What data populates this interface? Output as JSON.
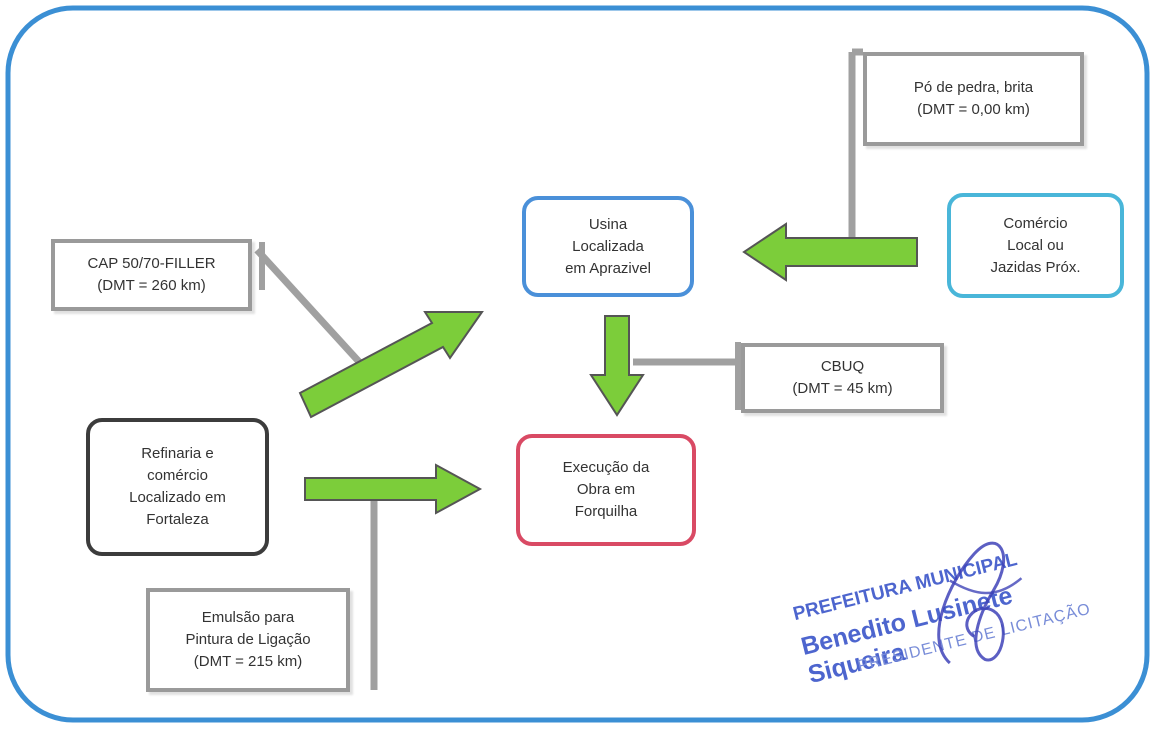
{
  "nodes": {
    "usina": "Usina\nLocalizada\nem Aprazivel",
    "comercio": "Comércio\nLocal ou\nJazidas Próx.",
    "refinaria": "Refinaria e\ncomércio\nLocalizado em\nFortaleza",
    "execucao": "Execução da\nObra em\nForquilha",
    "po_de_pedra": "Pó de pedra, brita\n(DMT = 0,00 km)",
    "cap": "CAP 50/70-FILLER\n(DMT = 260 km)",
    "cbuq": "CBUQ\n(DMT = 45 km)",
    "emulsao": "Emulsão para\nPintura de Ligação\n(DMT = 215 km)"
  },
  "stamp": {
    "line1": "PREFEITURA MUNICIPAL",
    "line2": "Benedito Lusinete Siqueira",
    "line3": "PRESIDENTE DE LICITAÇÃO"
  },
  "colors": {
    "frame": "#3b8fd4",
    "arrow_fill": "#7ccd3a",
    "arrow_outline": "#555555",
    "connector": "#a0a0a0",
    "usina_border": "#4a90d9",
    "comercio_border": "#49b6d9",
    "refinaria_border": "#3c3c3c",
    "execucao_border": "#d94a64",
    "stamp": "#3a55c9"
  }
}
